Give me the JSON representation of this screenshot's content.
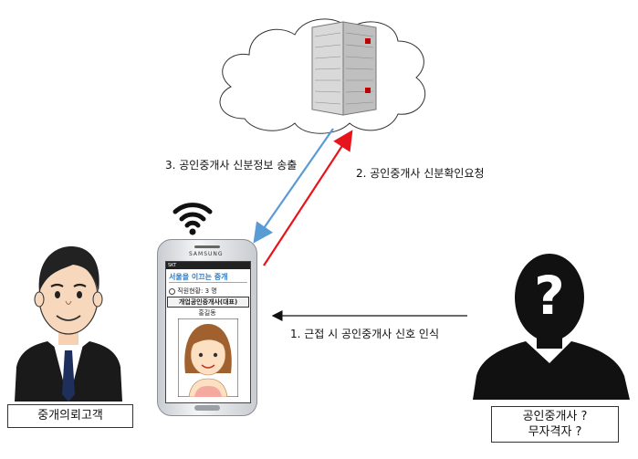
{
  "steps": {
    "step1": "1. 근접 시 공인중개사 신호 인식",
    "step2": "2. 공인중개사 신분확인요청",
    "step3": "3. 공인중개사 신분정보 송출"
  },
  "labels": {
    "customer": "중개의뢰고객",
    "unknown_line1": "공인중개사 ?",
    "unknown_line2": "무자격자 ?"
  },
  "phone": {
    "carrier": "SKT",
    "brand": "SAMSUNG",
    "app_logo": "서울을 이끄는 중개",
    "staff_status": "직원현황: 3 명",
    "office_name": "개업공인중개사(대표)",
    "person_name": "홍길동"
  },
  "icons": {
    "cloud": "cloud-icon",
    "server": "server-rack-icon",
    "wifi": "wifi-icon",
    "unknown_person": "question-silhouette-icon"
  },
  "colors": {
    "arrow_red": "#e8141b",
    "arrow_blue": "#5b9bd5"
  }
}
